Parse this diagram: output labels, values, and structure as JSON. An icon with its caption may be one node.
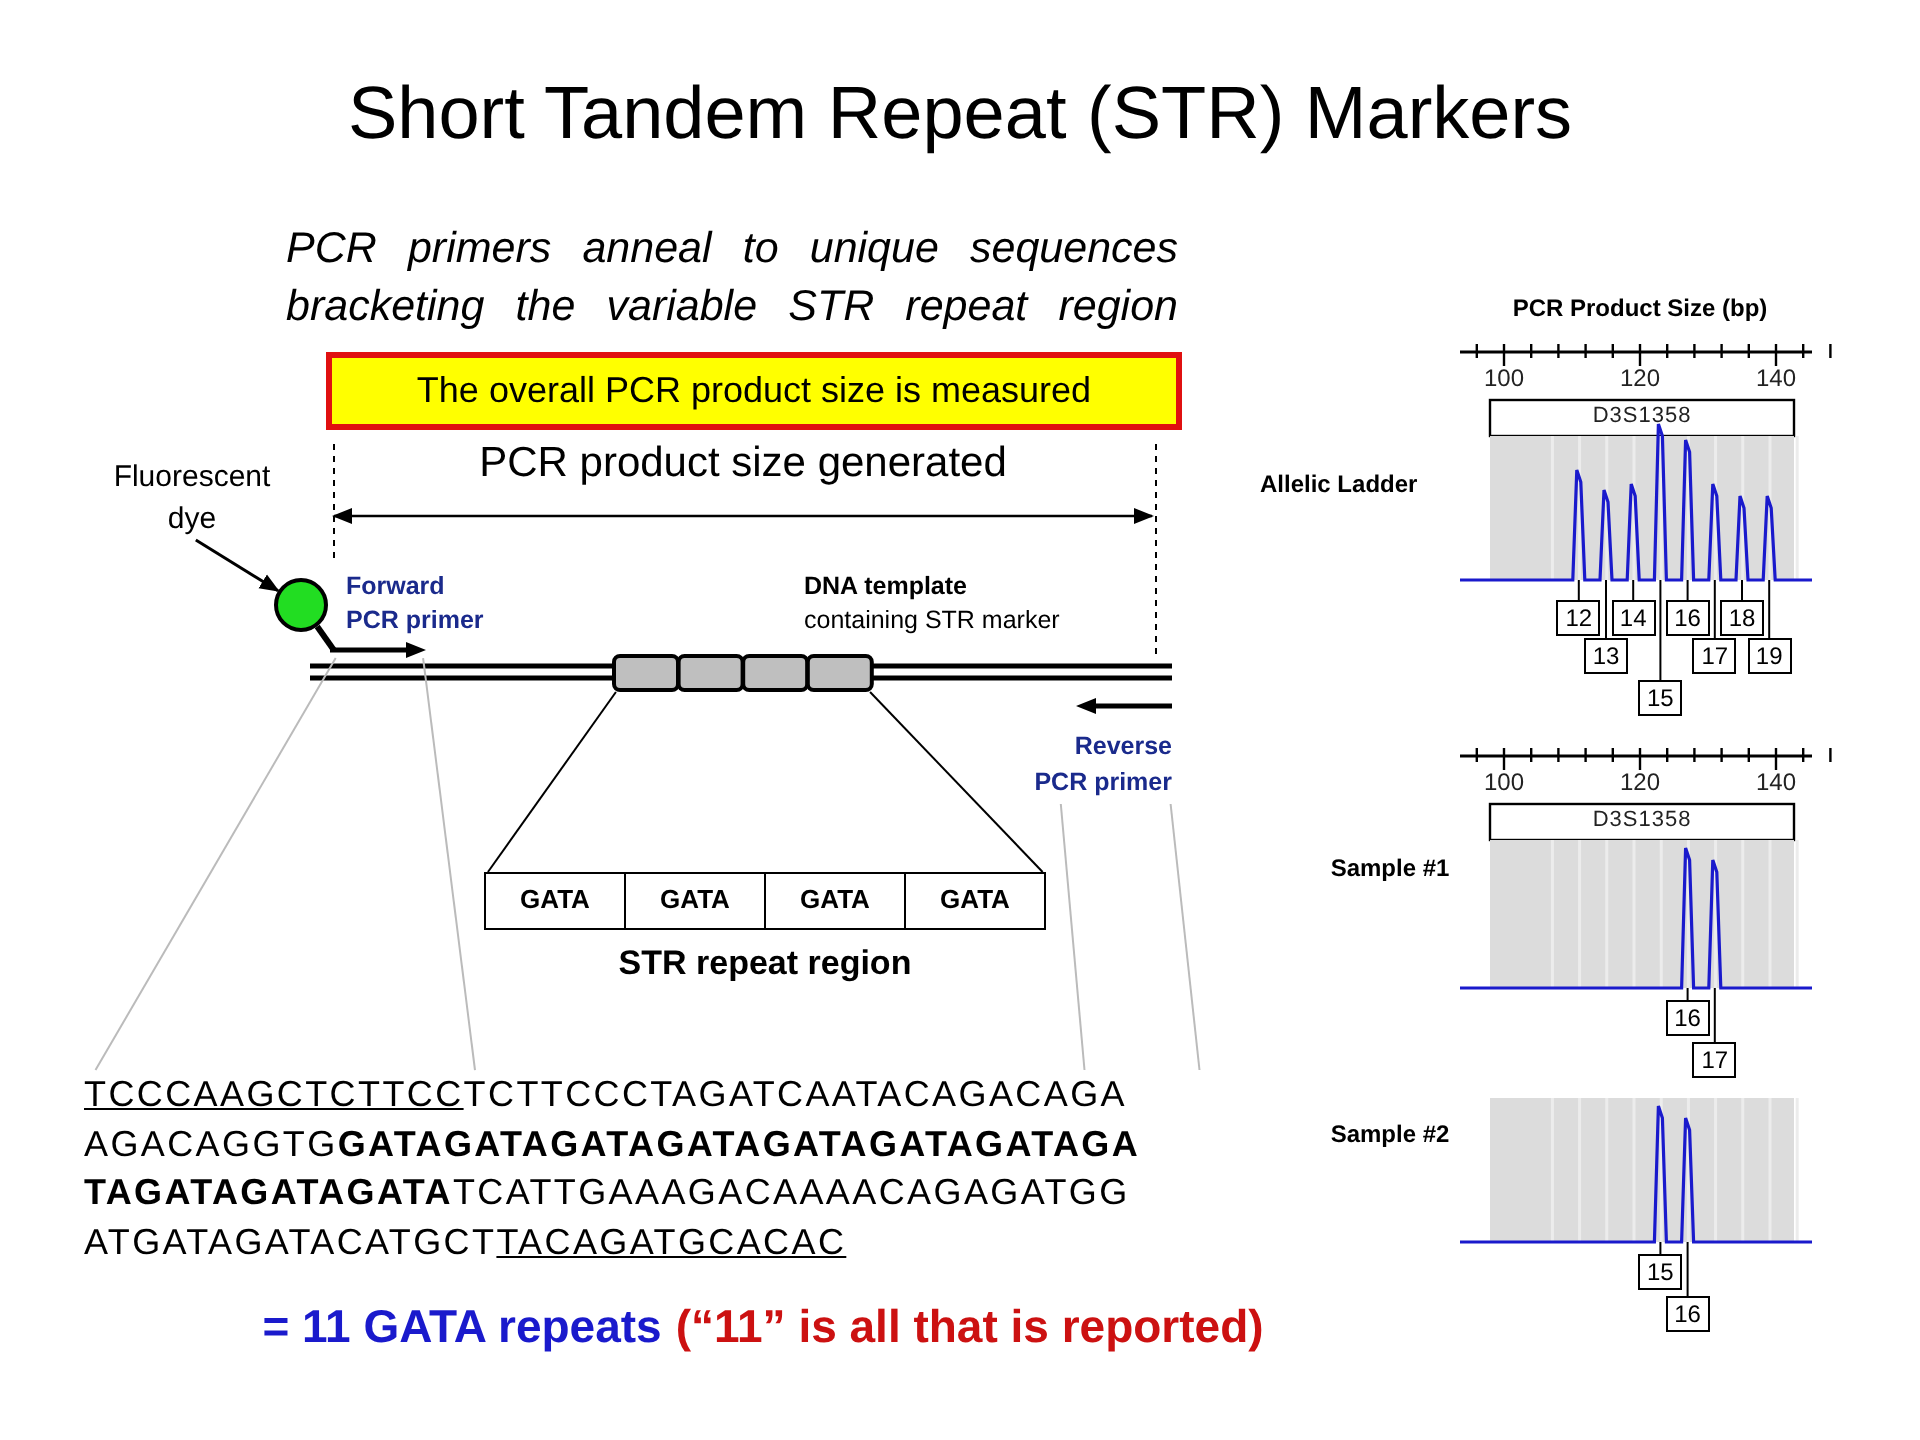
{
  "diagram": {
    "title": "Short Tandem Repeat (STR) Markers",
    "nodes": [
      {
        "text": [
          "The overall PCR product size is measured"
        ]
      },
      {
        "text": [
          "Fluorescent dye"
        ]
      },
      {
        "text": [],
        "shape": "circle"
      },
      {
        "text": [
          "Forward PCR primer"
        ]
      },
      {
        "text": [],
        "shape": "box"
      },
      {
        "text": [
          "Reverse PCR primer"
        ]
      },
      {
        "text": [
          "GATA",
          "GATA",
          "GATA",
          "GATA"
        ],
        "beside": [
          "STR repeat region"
        ]
      },
      {
        "text": [
          "TCCCAAGCTCTTCCTCTTCCCTAGATCAATACAGACAGA",
          "AGACAGGTG**GATAGATAGATAGATAGATAGATAGATAGA**",
          "**TAGATAGATAGATA**TCATTGAAAGACAAAACAGAGATGG",
          "ATGATAGATACATGCTTACAGATGCACAC"
        ]
      }
    ],
    "edges": [
      {
        "from": 1,
        "to": 2,
        "arrow": "to",
        "color": "#000000"
      },
      {
        "from": 4,
        "to": 6,
        "arrow": "none",
        "color": "#000000"
      },
      {
        "from": 4,
        "to": 6,
        "arrow": "none",
        "color": "#000000"
      },
      {
        "from": 3,
        "to": 7,
        "arrow": "none",
        "color": "#bbbbbb"
      },
      {
        "from": 3,
        "to": 7,
        "arrow": "none",
        "color": "#bbbbbb"
      },
      {
        "from": 5,
        "to": 7,
        "arrow": "none",
        "color": "#bbbbbb"
      },
      {
        "from": 5,
        "to": 7,
        "arrow": "none",
        "color": "#bbbbbb"
      },
      {
        "from": 2,
        "to": 3,
        "arrow": "none",
        "style": "thick",
        "color": "#000000"
      }
    ],
    "labels": [
      "PCR primers anneal to unique sequences bracketing the variable STR repeat region",
      "PCR product size generated",
      "**DNA template** containing STR marker",
      "= 11 GATA repeats",
      "(“11” is all that is reported)",
      "PCR Product Size (bp)",
      "100",
      "120",
      "140",
      "D3S1358",
      "Allelic Ladder",
      "12",
      "14",
      "16",
      "18",
      "13",
      "17",
      "19",
      "15",
      "100",
      "120",
      "140",
      "D3S1358",
      "Sample #1",
      "16",
      "17",
      "Sample #2",
      "15",
      "16"
    ]
  }
}
